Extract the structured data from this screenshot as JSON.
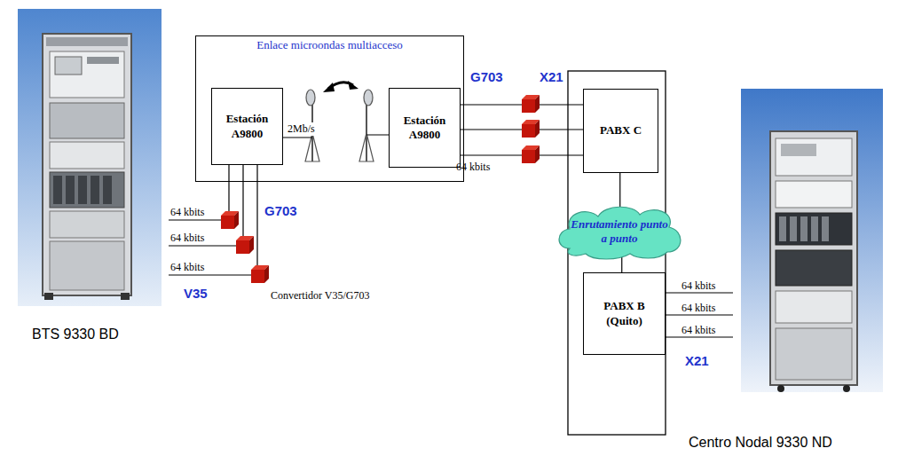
{
  "diagram": {
    "nodes": [
      {
        "text": [
          "Enlace microondas multiacceso"
        ]
      },
      {
        "text": [
          "Estación A9800"
        ],
        "in": 0
      },
      {
        "text": [
          "Estación A9800"
        ],
        "in": 0
      },
      {
        "text": [
          "PABX C"
        ]
      },
      {
        "text": [
          "Enrutamiento punto a punto"
        ]
      },
      {
        "text": [
          "PABX B (Quito)"
        ]
      }
    ],
    "edges": [
      {
        "from": 1,
        "to": 2,
        "arrow": "none",
        "label": "2Mb/s"
      },
      {
        "from": 2,
        "to": 3,
        "arrow": "none"
      },
      {
        "from": 2,
        "to": 3,
        "arrow": "none"
      },
      {
        "from": 2,
        "to": 3,
        "arrow": "none"
      },
      {
        "from": 3,
        "to": 4,
        "arrow": "none"
      },
      {
        "from": 4,
        "to": 5,
        "arrow": "none"
      }
    ],
    "labels": [
      "G703",
      "X21",
      "64 kbits",
      "64 kbits",
      "64 kbits",
      "64 kbits",
      "G703",
      "V35",
      "Convertidor V35/G703",
      "64 kbits",
      "64 kbits",
      "64 kbits",
      "X21",
      "BTS 9330 BD",
      "Centro Nodal 9330 ND"
    ]
  }
}
